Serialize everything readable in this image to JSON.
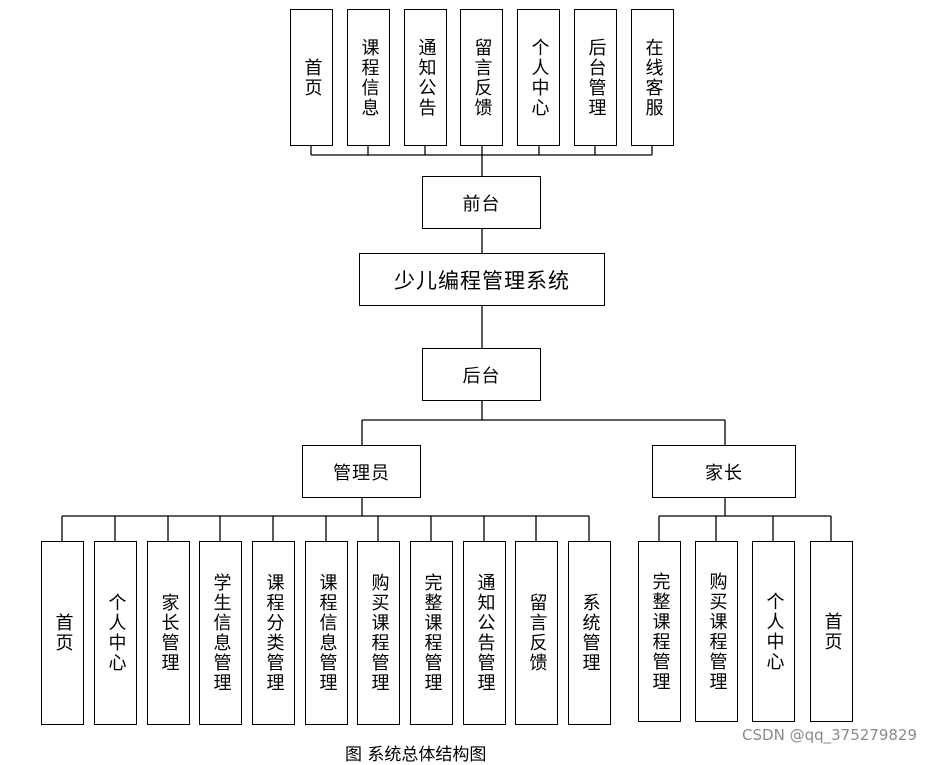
{
  "root": {
    "label": "少儿编程管理系统"
  },
  "frontend": {
    "label": "前台",
    "items": [
      "首页",
      "课程信息",
      "通知公告",
      "留言反馈",
      "个人中心",
      "后台管理",
      "在线客服"
    ]
  },
  "backend": {
    "label": "后台"
  },
  "admin": {
    "label": "管理员",
    "items": [
      "首页",
      "个人中心",
      "家长管理",
      "学生信息管理",
      "课程分类管理",
      "课程信息管理",
      "购买课程管理",
      "完整课程管理",
      "通知公告管理",
      "留言反馈",
      "系统管理"
    ]
  },
  "parent": {
    "label": "家长",
    "items": [
      "完整课程管理",
      "购买课程管理",
      "个人中心",
      "首页"
    ]
  },
  "caption": "图 系统总体结构图",
  "watermark": "CSDN @qq_375279829"
}
